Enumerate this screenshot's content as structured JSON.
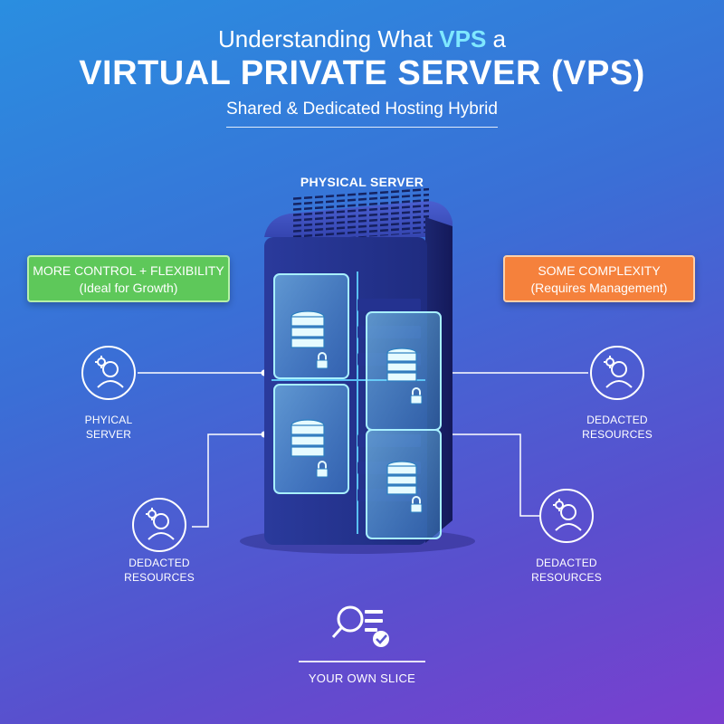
{
  "header": {
    "line1_prefix": "Understanding What ",
    "line1_accent": "VPS",
    "line1_suffix": " a",
    "title": "VIRTUAL PRIVATE SERVER (VPS)",
    "subtitle": "Shared & Dedicated Hosting Hybrid"
  },
  "server": {
    "label": "PHYSICAL SERVER"
  },
  "badges": {
    "pro": {
      "line1": "MORE CONTROL + FLEXIBILITY",
      "line2": "(Ideal for Growth)",
      "color": "#5ec85a"
    },
    "con": {
      "line1": "SOME COMPLEXITY",
      "line2": "(Requires Management)",
      "color": "#f5813c"
    }
  },
  "nodes": {
    "left_top": {
      "line1": "PHYICAL",
      "line2": "SERVER",
      "icon": "user-gear-icon"
    },
    "left_bottom": {
      "line1": "DEDACTED",
      "line2": "RESOURCES",
      "icon": "user-gear-icon"
    },
    "right_top": {
      "line1": "DEDACTED",
      "line2": "RESOURCES",
      "icon": "user-gear-icon"
    },
    "right_bottom": {
      "line1": "DEDACTED",
      "line2": "RESOURCES",
      "icon": "user-gear-icon"
    }
  },
  "footer": {
    "label": "YOUR OWN SLICE",
    "icon": "search-checklist-icon"
  },
  "colors": {
    "accent": "#7fe8ff",
    "server_body": "#2b3c9a",
    "glow": "#5fd0ff"
  }
}
